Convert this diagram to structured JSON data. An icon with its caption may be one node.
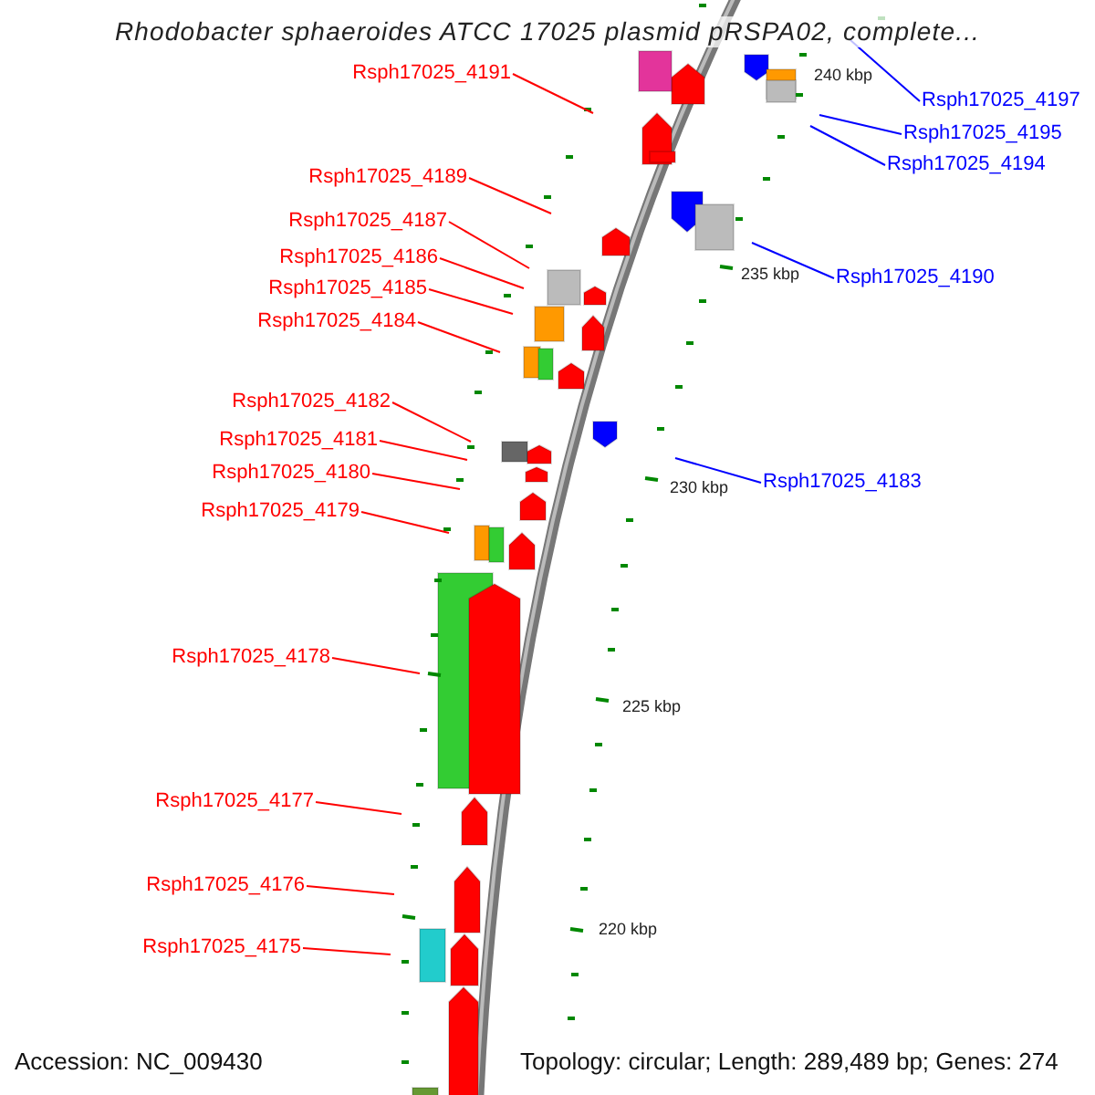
{
  "diagram": {
    "title": "Rhodobacter sphaeroides ATCC 17025 plasmid pRSPA02, complete...",
    "nodes": [
      {
        "text": [
          "Rsph17025_4191"
        ]
      },
      {
        "text": [
          "Rsph17025_4197"
        ]
      },
      {
        "text": [
          "Rsph17025_4195"
        ]
      },
      {
        "text": [
          "Rsph17025_4194"
        ]
      },
      {
        "text": [
          "Rsph17025_4189"
        ]
      },
      {
        "text": [
          "Rsph17025_4187"
        ]
      },
      {
        "text": [
          "Rsph17025_4186"
        ]
      },
      {
        "text": [
          "Rsph17025_4185"
        ]
      },
      {
        "text": [
          "Rsph17025_4190"
        ]
      },
      {
        "text": [
          "Rsph17025_4184"
        ]
      },
      {
        "text": [
          "Rsph17025_4182"
        ]
      },
      {
        "text": [
          "Rsph17025_4181"
        ]
      },
      {
        "text": [
          "Rsph17025_4180"
        ]
      },
      {
        "text": [
          "Rsph17025_4183"
        ]
      },
      {
        "text": [
          "Rsph17025_4179"
        ]
      },
      {
        "text": [
          "Rsph17025_4178"
        ]
      },
      {
        "text": [
          "Rsph17025_4177"
        ]
      },
      {
        "text": [
          "Rsph17025_4176"
        ]
      },
      {
        "text": [
          "Rsph17025_4175"
        ]
      }
    ],
    "edges": [
      {
        "from": 0,
        "to": null,
        "arrow": "none"
      },
      {
        "from": 1,
        "to": null,
        "arrow": "none",
        "color": "#0000ff"
      },
      {
        "from": 2,
        "to": null,
        "arrow": "none",
        "color": "#0000ff"
      },
      {
        "from": 3,
        "to": null,
        "arrow": "none",
        "color": "#0000ff"
      },
      {
        "from": 4,
        "to": null,
        "arrow": "none"
      },
      {
        "from": 5,
        "to": null,
        "arrow": "none"
      },
      {
        "from": 6,
        "to": null,
        "arrow": "none"
      },
      {
        "from": 7,
        "to": null,
        "arrow": "none"
      },
      {
        "from": 8,
        "to": null,
        "arrow": "none",
        "color": "#0000ff"
      },
      {
        "from": 9,
        "to": null,
        "arrow": "none"
      },
      {
        "from": 10,
        "to": null,
        "arrow": "none"
      },
      {
        "from": 11,
        "to": null,
        "arrow": "none"
      },
      {
        "from": 12,
        "to": null,
        "arrow": "none"
      },
      {
        "from": 13,
        "to": null,
        "arrow": "none",
        "color": "#0000ff"
      },
      {
        "from": 14,
        "to": null,
        "arrow": "none"
      },
      {
        "from": 15,
        "to": null,
        "arrow": "none"
      },
      {
        "from": 16,
        "to": null,
        "arrow": "none"
      },
      {
        "from": 17,
        "to": null,
        "arrow": "none"
      },
      {
        "from": 18,
        "to": null,
        "arrow": "none"
      }
    ],
    "labels": [
      "240 kbp",
      "235 kbp",
      "230 kbp",
      "225 kbp",
      "220 kbp",
      "Accession: NC_009430",
      "Topology: circular; Length: 289,489 bp; Genes: 274"
    ]
  }
}
